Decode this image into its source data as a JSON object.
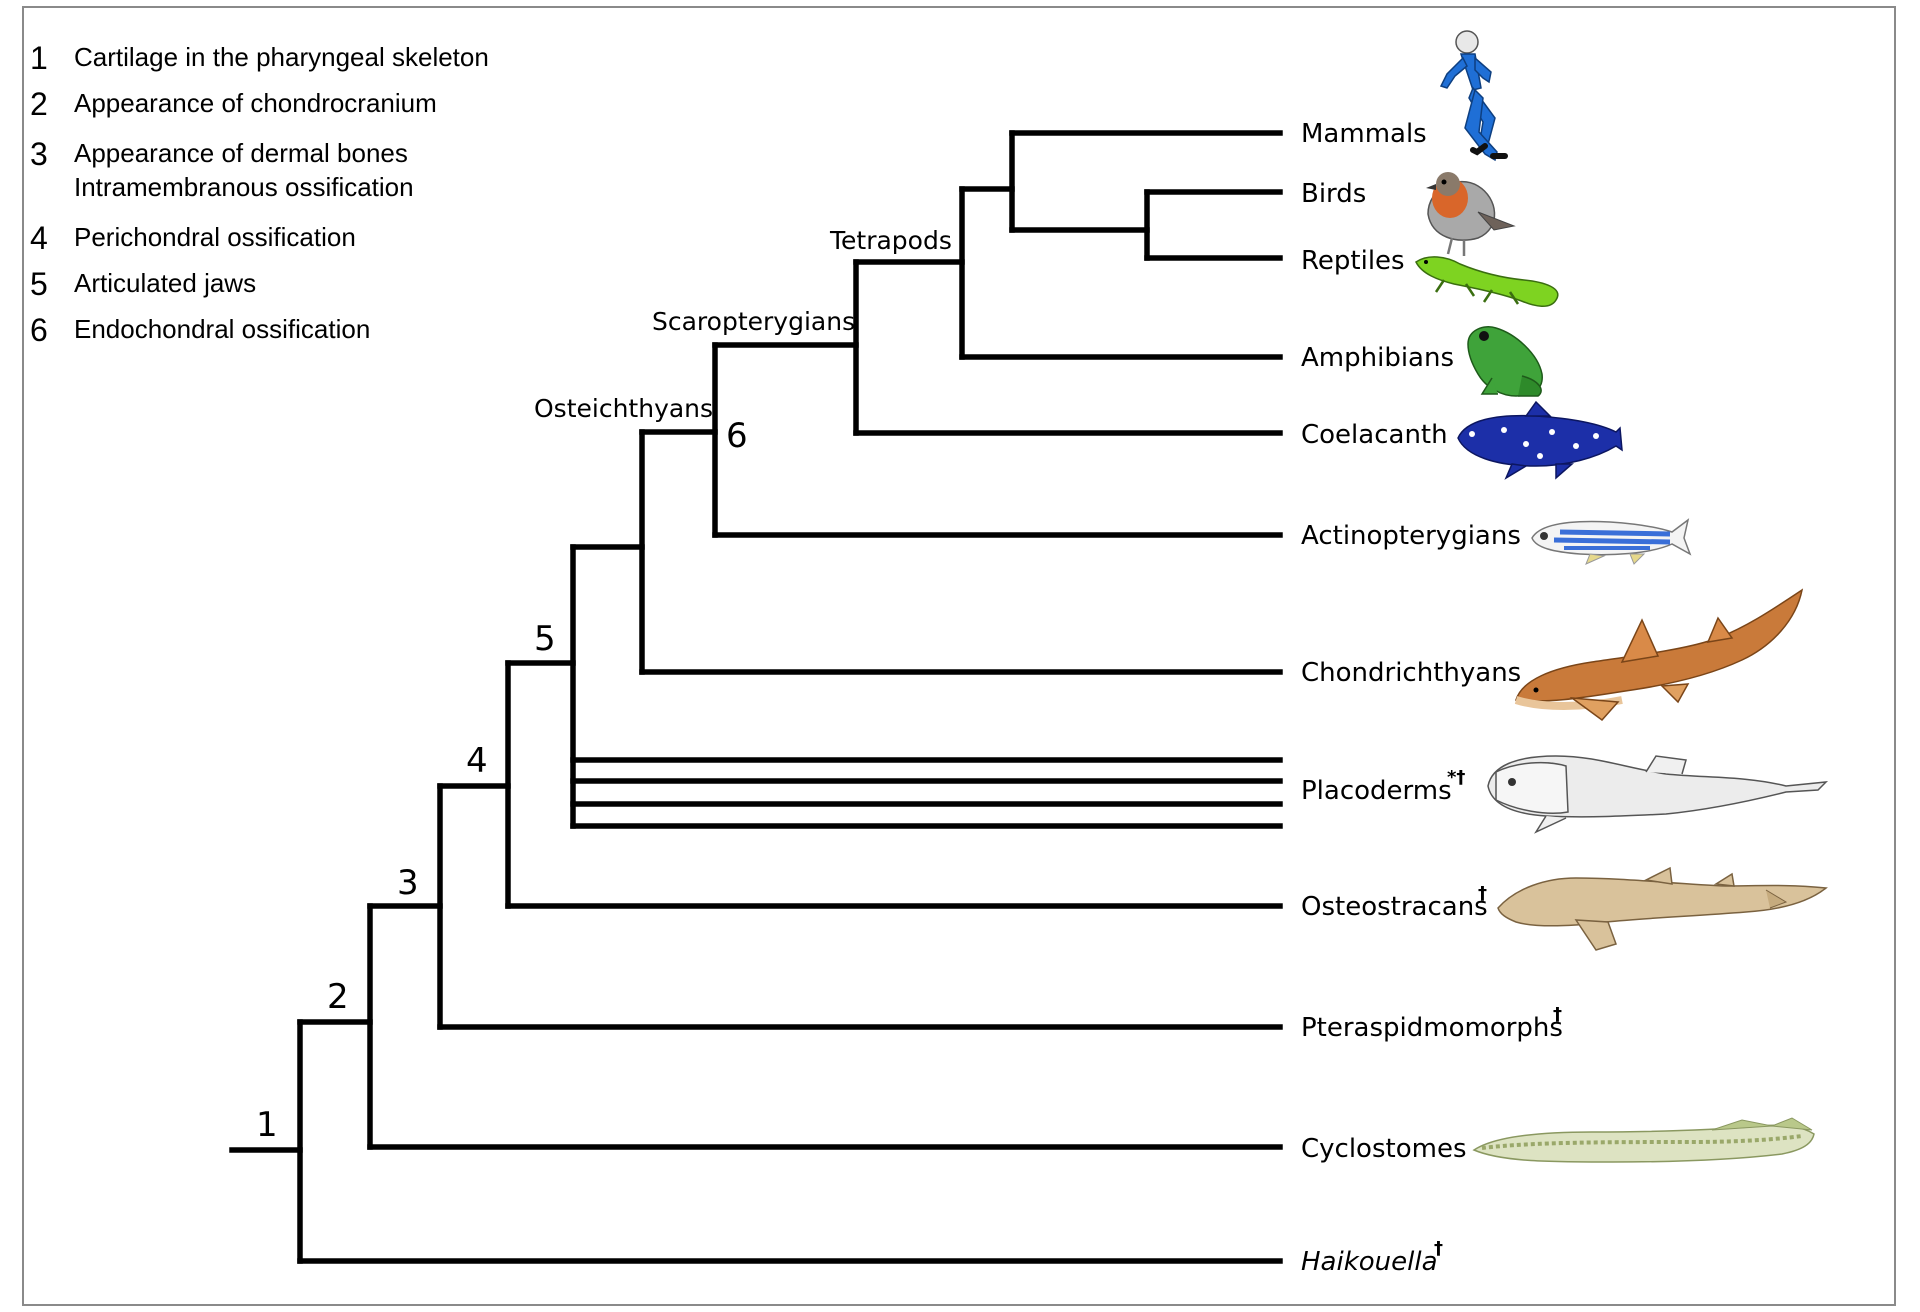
{
  "legend": [
    {
      "num": "1",
      "lines": [
        "Cartilage in the pharyngeal skeleton"
      ]
    },
    {
      "num": "2",
      "lines": [
        "Appearance of chondrocranium"
      ]
    },
    {
      "num": "3",
      "lines": [
        "Appearance of dermal bones",
        "Intramembranous ossification"
      ]
    },
    {
      "num": "4",
      "lines": [
        "Perichondral ossification"
      ]
    },
    {
      "num": "5",
      "lines": [
        "Articulated jaws"
      ]
    },
    {
      "num": "6",
      "lines": [
        "Endochondral ossification"
      ]
    }
  ],
  "node_numbers": [
    "1",
    "2",
    "3",
    "4",
    "5",
    "6"
  ],
  "clades": {
    "osteichthyans": "Osteichthyans",
    "scaropterygians": "Scaropterygians",
    "tetrapods": "Tetrapods"
  },
  "taxa": {
    "mammals": {
      "label": "Mammals",
      "mark": "",
      "icon": "human-runner-icon"
    },
    "birds": {
      "label": "Birds",
      "mark": "",
      "icon": "robin-icon"
    },
    "reptiles": {
      "label": "Reptiles",
      "mark": "",
      "icon": "lizard-icon"
    },
    "amphibians": {
      "label": "Amphibians",
      "mark": "",
      "icon": "frog-icon"
    },
    "coelacanth": {
      "label": "Coelacanth",
      "mark": "",
      "icon": "coelacanth-icon"
    },
    "actinopterygians": {
      "label": "Actinopterygians",
      "mark": "",
      "icon": "zebrafish-icon"
    },
    "chondrichthyans": {
      "label": "Chondrichthyans",
      "mark": "",
      "icon": "shark-icon"
    },
    "placoderms": {
      "label": "Placoderms",
      "mark": "*†",
      "icon": "placoderm-icon"
    },
    "osteostracans": {
      "label": "Osteostracans",
      "mark": "†",
      "icon": "osteostracan-icon"
    },
    "pteraspidomorphs": {
      "label": "Pteraspidmomorphs",
      "mark": "†",
      "icon": ""
    },
    "cyclostomes": {
      "label": "Cyclostomes",
      "mark": "",
      "icon": "lamprey-icon"
    },
    "haikouella": {
      "label": "Haikouella",
      "mark": "†",
      "icon": ""
    }
  },
  "colors": {
    "line": "#000000",
    "frame": "#8a8a8a",
    "human": "#1f6fd6",
    "robin_breast": "#d9662a",
    "lizard": "#7ed321",
    "frog": "#3fa33a",
    "coelacanth": "#1c2fa8",
    "zebrafish_stripe": "#3a6fd8",
    "shark": "#c97a3a",
    "osteostracan": "#d9c29b",
    "lamprey": "#b9c88a"
  }
}
